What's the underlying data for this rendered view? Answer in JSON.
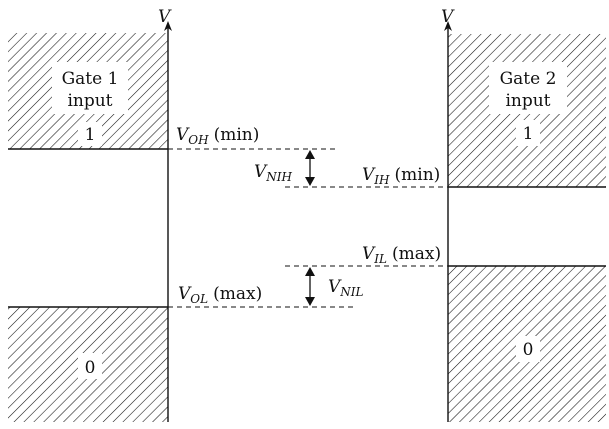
{
  "gate1": {
    "title_line1": "Gate 1",
    "title_line2": "input",
    "high": "1",
    "low": "0"
  },
  "gate2": {
    "title_line1": "Gate 2",
    "title_line2": "input",
    "high": "1",
    "low": "0"
  },
  "axes": {
    "left_label": "V",
    "right_label": "V"
  },
  "levels": {
    "voh": {
      "symbol": "V",
      "sub": "OH",
      "qualifier": "(min)"
    },
    "vol": {
      "symbol": "V",
      "sub": "OL",
      "qualifier": "(max)"
    },
    "vih": {
      "symbol": "V",
      "sub": "IH",
      "qualifier": "(min)"
    },
    "vil": {
      "symbol": "V",
      "sub": "IL",
      "qualifier": "(max)"
    }
  },
  "margins": {
    "nih": {
      "symbol": "V",
      "sub": "NIH"
    },
    "nil": {
      "symbol": "V",
      "sub": "NIL"
    }
  },
  "colors": {
    "ink": "#111111",
    "background": "#ffffff"
  }
}
